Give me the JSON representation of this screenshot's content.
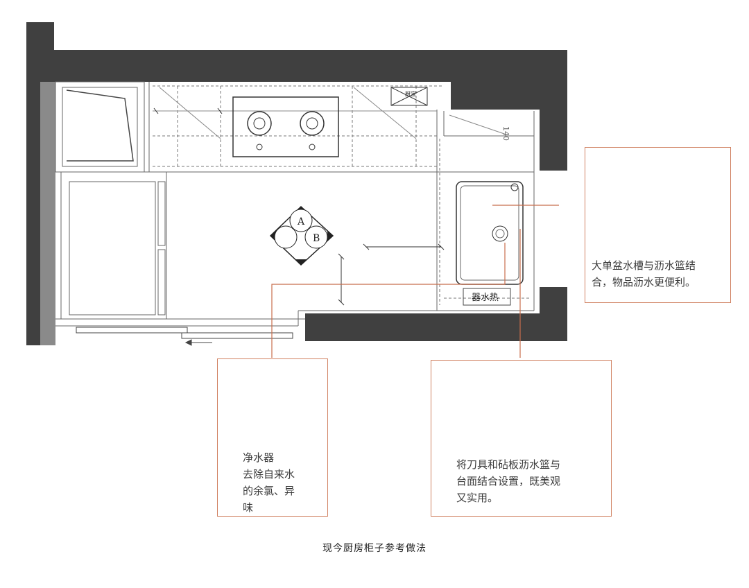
{
  "plan": {
    "label_dishwasher": "器水热",
    "label_small_box": "厨宝",
    "label_dim": "140",
    "door_a": "A",
    "door_b": "B"
  },
  "callouts": {
    "sink": {
      "lines": [
        "大单盆水槽与沥水篮结",
        "合，物品沥水更便利。"
      ]
    },
    "purifier": {
      "lines": [
        "净水器",
        "去除自来水",
        "的余氯、异",
        "味"
      ]
    },
    "knife": {
      "lines": [
        "将刀具和砧板沥水篮与",
        "台面结合设置，既美观",
        "又实用。"
      ]
    }
  },
  "caption": "现今厨房柜子参考做法",
  "colors": {
    "wall": "#404040",
    "accent": "#d0704a",
    "product": "#6e7c94",
    "line": "#555555"
  }
}
